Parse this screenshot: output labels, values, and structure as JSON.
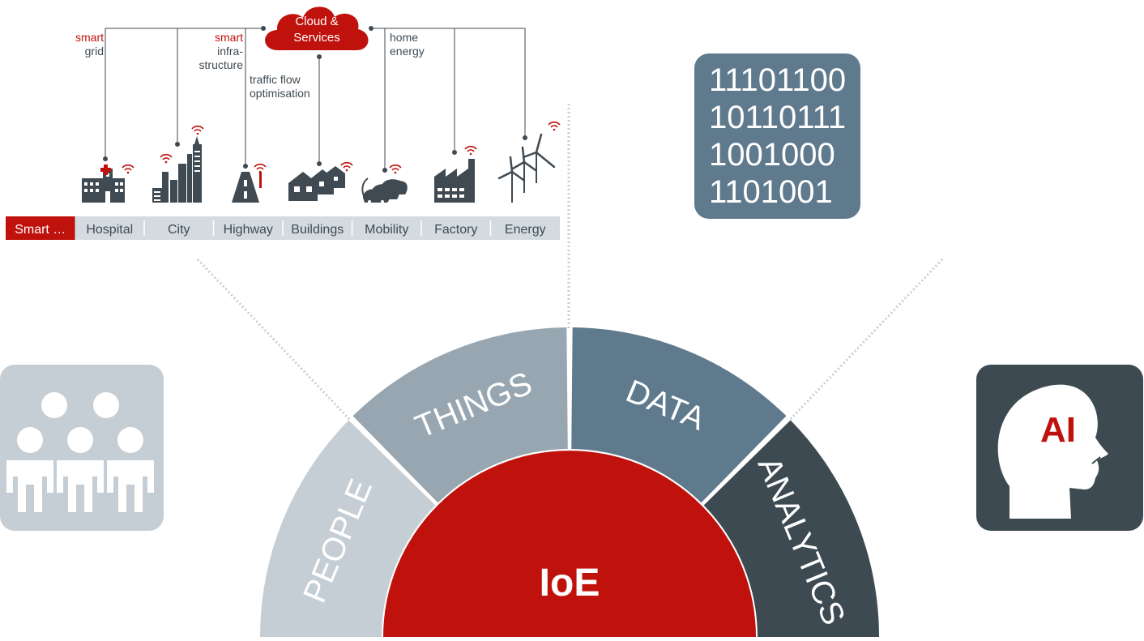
{
  "cloud": {
    "line1": "Cloud &",
    "line2": "Services"
  },
  "annotations": {
    "smart_grid": {
      "red": "smart",
      "rest": "grid"
    },
    "smart_infrastructure": {
      "red": "smart",
      "line2": "infra-",
      "line3": "structure"
    },
    "traffic": {
      "line1": "traffic flow",
      "line2": "optimisation"
    },
    "home_energy": {
      "line1": "home",
      "line2": "energy"
    }
  },
  "category_bar": {
    "items": [
      "Smart …",
      "Hospital",
      "City",
      "Highway",
      "Buildings",
      "Mobility",
      "Factory",
      "Energy"
    ],
    "active_index": 0
  },
  "binary_card": {
    "lines": [
      "11101100",
      "10110111",
      "1001000",
      "1101001"
    ]
  },
  "segments": {
    "people": "PEOPLE",
    "things": "THINGS",
    "data": "DATA",
    "analytics": "ANALYTICS"
  },
  "center_label": "IoE",
  "ai_label": "AI",
  "colors": {
    "red": "#c0120d",
    "people": "#c5ced5",
    "things": "#97a6b0",
    "data": "#5f7a8d",
    "analytics": "#3e4a52",
    "bar": "#d3dbe0",
    "icon": "#3f4a52"
  }
}
